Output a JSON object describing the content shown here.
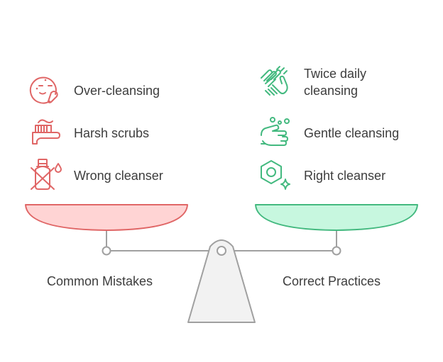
{
  "left": {
    "caption": "Common Mistakes",
    "color": "#e06666",
    "fill": "#ffd4d4",
    "items": [
      {
        "label": "Over-cleansing",
        "icon": "face-icon"
      },
      {
        "label": "Harsh scrubs",
        "icon": "toothbrush-icon"
      },
      {
        "label": "Wrong cleanser",
        "icon": "crossed-bottle-icon"
      }
    ]
  },
  "right": {
    "caption": "Correct Practices",
    "color": "#43b97f",
    "fill": "#c7f7df",
    "items": [
      {
        "label_lines": [
          "Twice daily",
          "cleansing"
        ],
        "icon": "hands-wave-icon"
      },
      {
        "label": "Gentle cleansing",
        "icon": "hand-washing-icon"
      },
      {
        "label": "Right cleanser",
        "icon": "hexagon-sparkle-icon"
      }
    ]
  },
  "fulcrum": {
    "color": "#a0a0a0",
    "fill": "#f2f2f2"
  }
}
